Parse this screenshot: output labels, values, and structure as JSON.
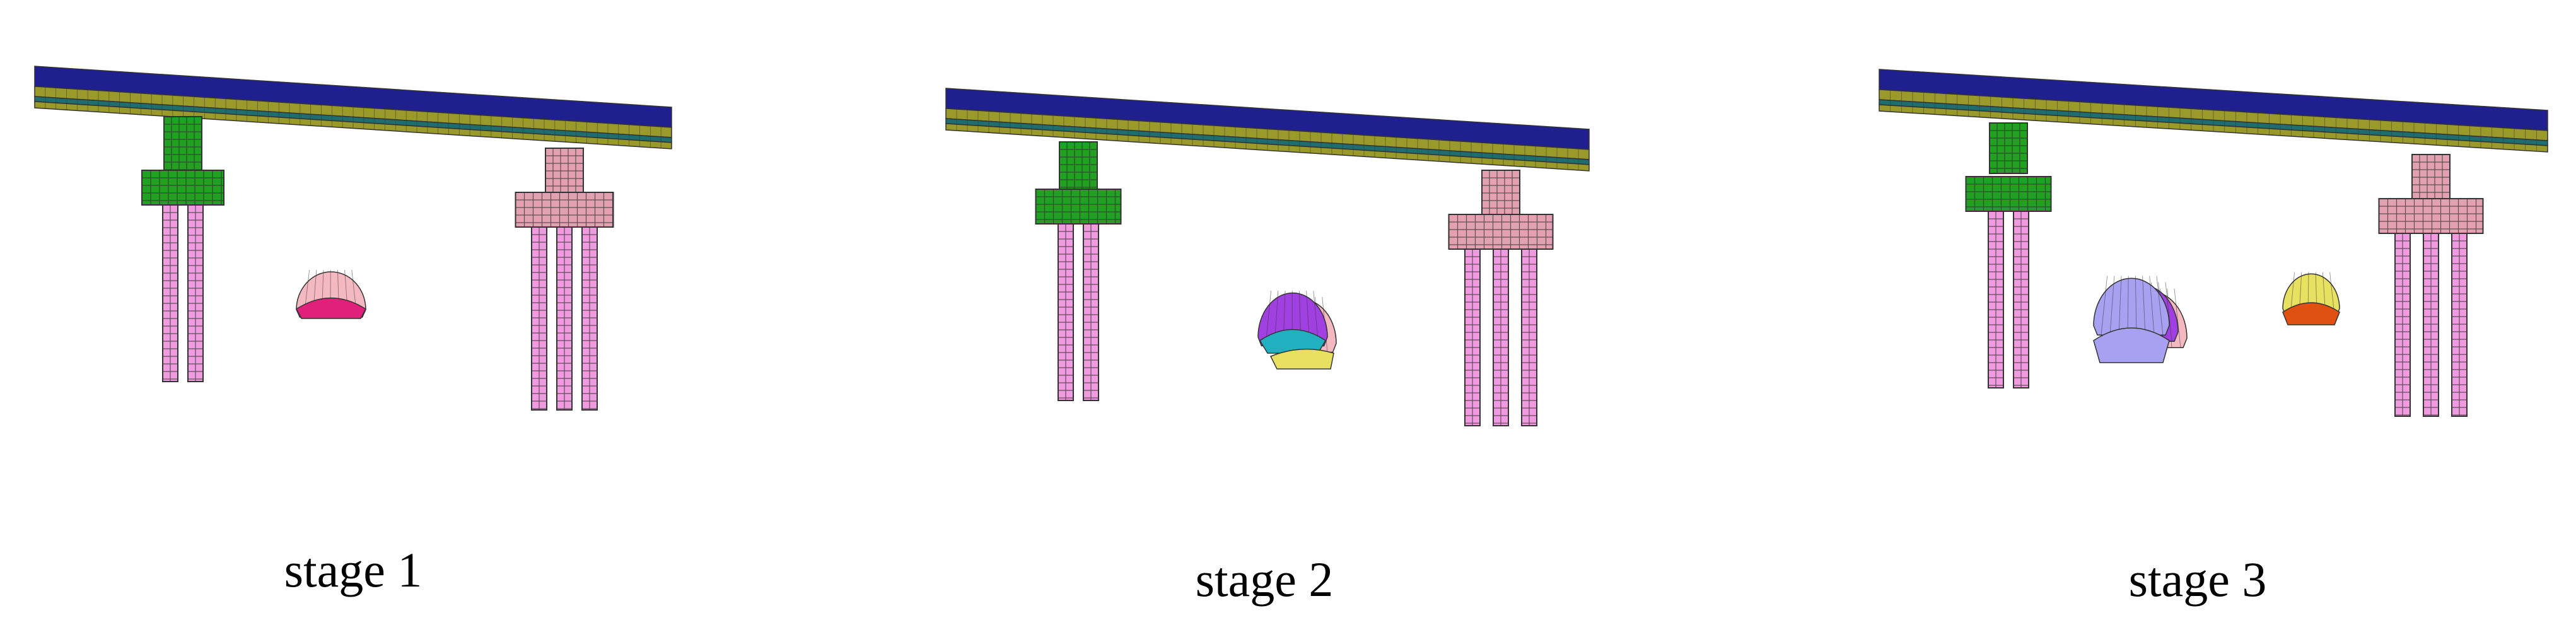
{
  "stages": [
    {
      "label": "stage 1",
      "tunnels": [
        "tunnel-segment-1"
      ]
    },
    {
      "label": "stage 2",
      "tunnels": [
        "tunnel-segment-1",
        "tunnel-segment-2"
      ]
    },
    {
      "label": "stage 3",
      "tunnels": [
        "tunnel-segment-1",
        "tunnel-segment-2",
        "tunnel-segment-3"
      ]
    }
  ],
  "colors": {
    "deck_top": "#1f1f8f",
    "deck_yellow": "#9a9a2a",
    "deck_teal": "#1e6e70",
    "mesh_line": "#333333",
    "left_cap": "#22a022",
    "right_cap": "#e2a0b0",
    "pile": "#f09ae0",
    "tunnel_magenta": "#e0207a",
    "tunnel_pink": "#f4b8c0",
    "tunnel_purple": "#a040e0",
    "tunnel_cyan": "#20b0c0",
    "tunnel_yellow": "#e8e060",
    "tunnel_lavender": "#a8a0f0",
    "tunnel_orange": "#e05010"
  }
}
